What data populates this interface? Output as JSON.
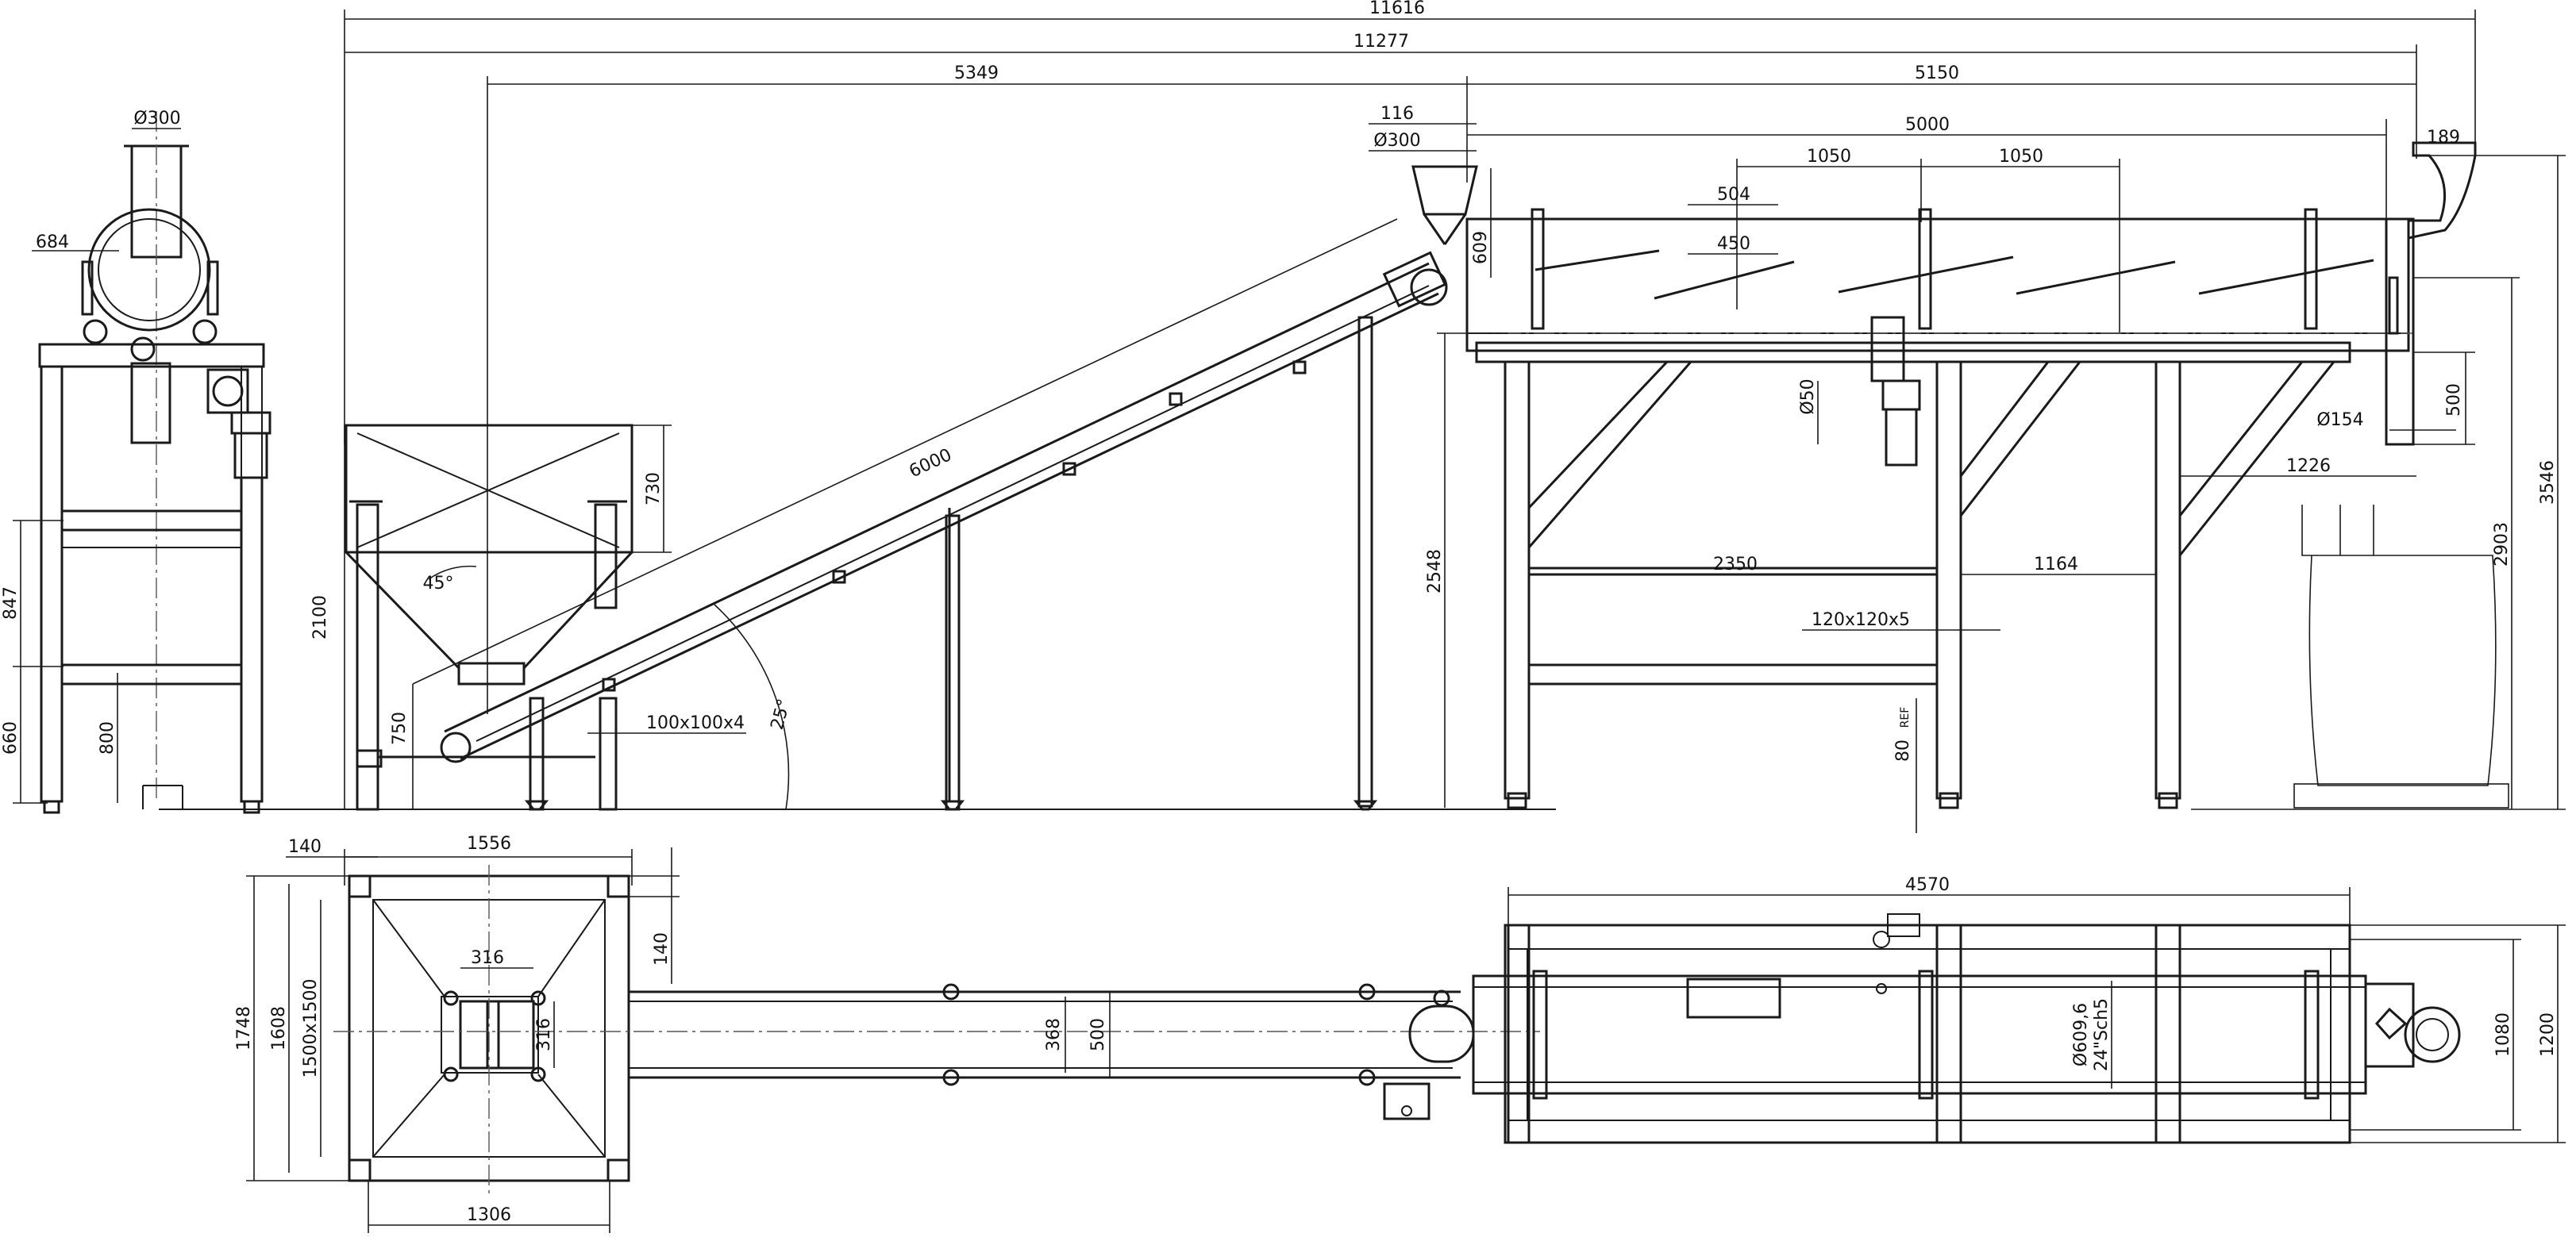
{
  "overall_dimensions": {
    "total_length": "11616",
    "length": "11277",
    "conveyor_span": "5349",
    "tank_span": "5150"
  },
  "side_view_labels": {
    "inlet_offset": "116",
    "inlet_diameter": "Ø300",
    "inlet_height": "609",
    "tank_inner": "5000",
    "spacing_1": "1050",
    "spacing_2": "1050",
    "paddle_1": "504",
    "paddle_2": "450",
    "outlet_offset": "189",
    "conveyor_length": "6000",
    "hopper_height": "2100",
    "hopper_box": "730",
    "hopper_angle": "45°",
    "conveyor_angle": "25°",
    "hopper_leg": "750",
    "hopper_profile": "100x100x4",
    "shaft_diameter": "Ø50",
    "frame_height": "2548",
    "bay_1": "2350",
    "bay_2": "1164",
    "frame_profile": "120x120x5",
    "foot_ref": "80",
    "ref_tag": "REF",
    "brace_offset": "1226",
    "outlet_diameter": "Ø154",
    "outlet_drop": "500",
    "outlet_height": "2903",
    "total_height": "3546"
  },
  "end_view_labels": {
    "top_diameter": "Ø300",
    "width": "684",
    "level_1": "847",
    "level_2": "660",
    "level_3": "800"
  },
  "plan_view_labels": {
    "hopper_width": "1556",
    "offset_top": "140",
    "offset_side": "140",
    "hopper_depth": "1748",
    "inner_depth": "1608",
    "hopper_size": "1500x1500",
    "throat": "316",
    "throat_side": "316",
    "base_width": "1306",
    "conveyor_inner": "368",
    "conveyor_outer": "500",
    "tank_length": "4570",
    "pipe_diameter": "Ø609,6",
    "pipe_spec": "24\"Sch5",
    "tank_width_inner": "1080",
    "tank_width_outer": "1200"
  },
  "colors": {
    "ink": "#1a1a1a",
    "background": "#ffffff"
  }
}
